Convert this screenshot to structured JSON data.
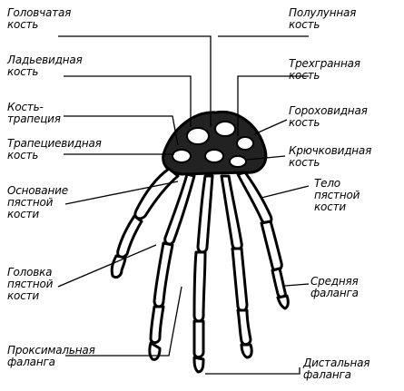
{
  "labels": {
    "capitate": [
      "Головчатая",
      "кость"
    ],
    "scaphoid": [
      "Ладьевидная",
      "кость"
    ],
    "trapezium": [
      "Кость-",
      "трапеция"
    ],
    "trapezoid": [
      "Трапециевидная",
      "кость"
    ],
    "metacarpal_base": [
      "Основание",
      "пястной",
      "кости"
    ],
    "metacarpal_head": [
      "Головка",
      "пястной",
      "кости"
    ],
    "proximal_phalanx": [
      "Проксимальная",
      "фаланга"
    ],
    "lunate": [
      "Полулунная",
      "кость"
    ],
    "triquetrum": [
      "Трехгранная",
      "кость"
    ],
    "pisiform": [
      "Гороховидная",
      "кость"
    ],
    "hamate": [
      "Крючковидная",
      "кость"
    ],
    "metacarpal_body": [
      "Тело",
      "пястной",
      "кости"
    ],
    "middle_phalanx": [
      "Средняя",
      "фаланга"
    ],
    "distal_phalanx": [
      "Дистальная",
      "фаланга"
    ]
  },
  "colors": {
    "bone": "#ffffff",
    "outline": "#000000",
    "background": "#ffffff"
  }
}
